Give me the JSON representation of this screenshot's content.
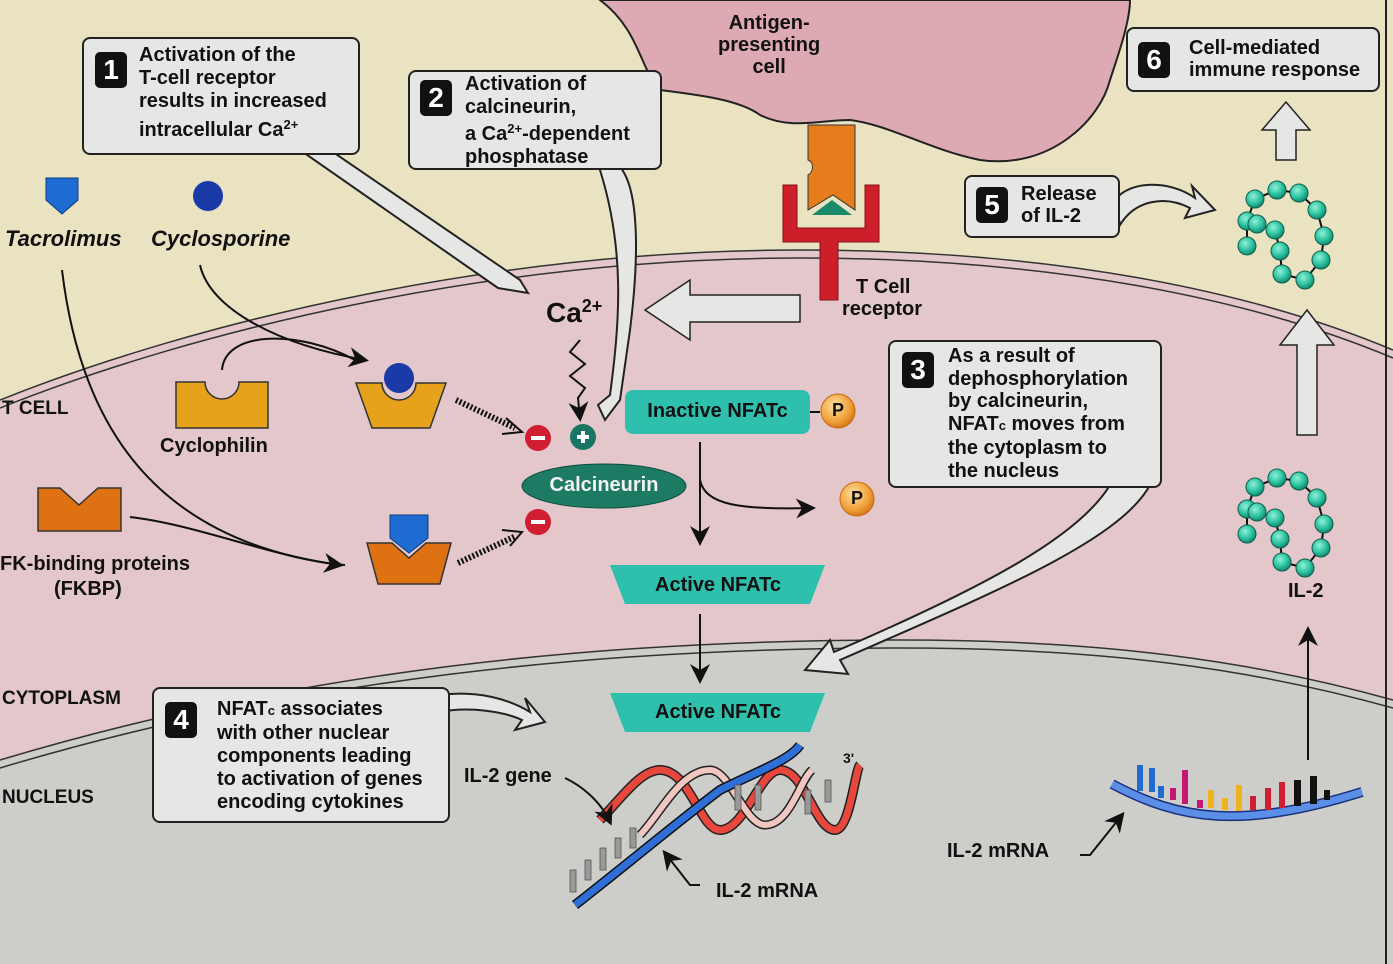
{
  "title": "Mechanism of calcineurin inhibitors (cyclosporine, tacrolimus) in T-cell activation",
  "colors": {
    "background_extracellular": "#e9e3c2",
    "apc": "#ddaab4",
    "tcell_cytoplasm": "#e3c7cb",
    "nucleus": "#cdcdca",
    "nfatc_teal": "#2fbfad",
    "calcineurin": "#1d7a63",
    "inhibit_red": "#d01e33",
    "activate_green": "#1b7564",
    "phosphate_orange": "#f1a13a",
    "cyclophilin_gold": "#e7a21c",
    "fkbp_orange": "#de7112",
    "drug_blue": "#1e6cd2",
    "cyclosporine_blue": "#1a3aa8",
    "tcr_red": "#cc1f2a",
    "il2_bead": "#2ec4a2"
  },
  "regions": {
    "apc": "Antigen-\npresenting\ncell",
    "tcell": "T CELL",
    "cytoplasm": "CYTOPLASM",
    "nucleus": "NUCLEUS"
  },
  "steps": [
    {
      "number": "1",
      "lines": [
        "Activation of the",
        "T-cell receptor",
        "results in increased",
        "intracellular Ca"
      ],
      "suffix_sup": "2+"
    },
    {
      "number": "2",
      "lines": [
        "Activation of",
        "calcineurin,",
        "a Ca",
        "phosphatase"
      ],
      "line3_sup": "2+",
      "line3_tail": "-dependent"
    },
    {
      "number": "3",
      "lines": [
        "As a result of",
        "dephosphorylation",
        "by calcineurin,",
        "NFAT",
        "the cytoplasm to",
        "the nucleus"
      ],
      "line4_sub": "c",
      "line4_tail": " moves from"
    },
    {
      "number": "4",
      "lines": [
        "NFAT",
        "with other nuclear",
        "components leading",
        "to activation of genes",
        "encoding cytokines"
      ],
      "line1_sub": "c",
      "line1_tail": " associates"
    },
    {
      "number": "5",
      "lines": [
        "Release",
        "of IL-2"
      ]
    },
    {
      "number": "6",
      "lines": [
        "Cell-mediated",
        "immune response"
      ]
    }
  ],
  "labels": {
    "tacrolimus": "Tacrolimus",
    "cyclosporine": "Cyclosporine",
    "cyclophilin": "Cyclophilin",
    "fkbp_line1": "FK-binding proteins",
    "fkbp_line2": "(FKBP)",
    "ca_ion": "Ca",
    "ca_charge": "2+",
    "tcr_line1": "T Cell",
    "tcr_line2": "receptor",
    "inactive_nfatc": "Inactive NFATc",
    "phosphate": "P",
    "calcineurin": "Calcineurin",
    "active_nfatc_cytoplasm": "Active NFATc",
    "active_nfatc_nucleus": "Active NFATc",
    "il2_gene": "IL-2 gene",
    "il2_mrna_nuclear": "IL-2 mRNA",
    "il2_mrna_cytoplasm": "IL-2 mRNA",
    "three_prime": "3'",
    "il2": "IL-2",
    "inhibit_sign": "−",
    "activate_sign": "+"
  }
}
